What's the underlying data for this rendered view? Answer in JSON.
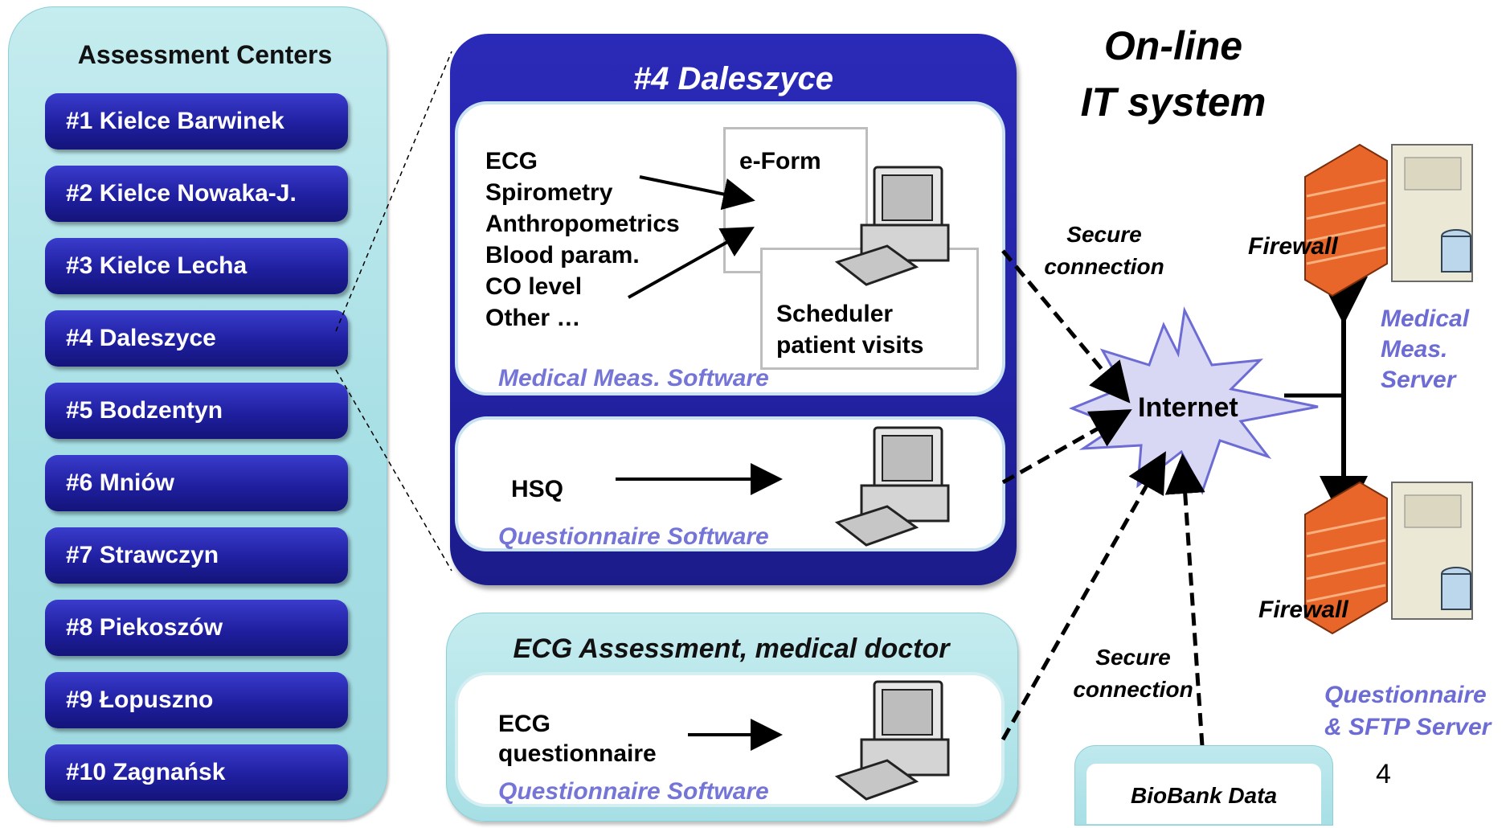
{
  "assessment_centers": {
    "title": "Assessment Centers",
    "items": [
      {
        "label": "#1 Kielce Barwinek"
      },
      {
        "label": "#2 Kielce Nowaka-J."
      },
      {
        "label": "#3 Kielce Lecha"
      },
      {
        "label": "#4 Daleszyce"
      },
      {
        "label": "#5 Bodzentyn"
      },
      {
        "label": "#6 Mniów"
      },
      {
        "label": "#7 Strawczyn"
      },
      {
        "label": "#8 Piekoszów"
      },
      {
        "label": "#9 Łopuszno"
      },
      {
        "label": "#10 Zagnańsk"
      }
    ]
  },
  "site_panel": {
    "title": "#4 Daleszyce",
    "measurements": [
      "ECG",
      "Spirometry",
      "Anthropometrics",
      "Blood param.",
      "CO level",
      "Other …"
    ],
    "eform_label": "e-Form",
    "scheduler_label_1": "Scheduler",
    "scheduler_label_2": "patient visits",
    "medical_software_label": "Medical Meas. Software",
    "hsq_label": "HSQ",
    "questionnaire_software_label": "Questionnaire Software"
  },
  "ecg_panel": {
    "title": "ECG Assessment, medical doctor",
    "item_1": "ECG",
    "item_2": "questionnaire",
    "software_label": "Questionnaire Software"
  },
  "headline": {
    "line_1": "On-line",
    "line_2": "IT system"
  },
  "network": {
    "secure_top_1": "Secure",
    "secure_top_2": "connection",
    "secure_bottom_1": "Secure",
    "secure_bottom_2": "connection",
    "internet_label": "Internet",
    "firewall_top": "Firewall",
    "firewall_bottom": "Firewall",
    "medical_server_1": "Medical",
    "medical_server_2": "Meas.",
    "medical_server_3": "Server",
    "questionnaire_server_1": "Questionnaire",
    "questionnaire_server_2": "& SFTP Server",
    "biobank_label": "BioBank Data"
  },
  "page_number": "4",
  "colors": {
    "center_button": "#1f1fa0",
    "site_panel": "#2323a6",
    "panel_cyan": "#a6dfe5",
    "software_label": "#7575d8",
    "server_label": "#6c6cd4",
    "firewall_orange": "#e8662a",
    "internet_fill": "#d8d8f4"
  }
}
